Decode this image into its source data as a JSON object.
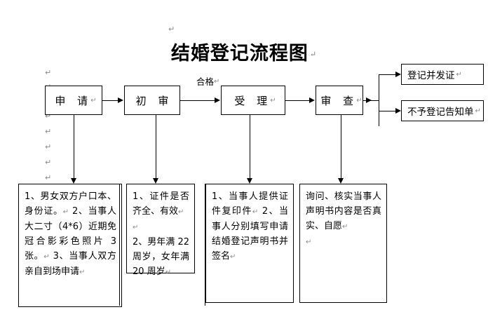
{
  "document": {
    "title": "结婚登记流程图",
    "pilcrow": "↵"
  },
  "flow": {
    "stages": [
      {
        "id": "apply",
        "label": "申 请",
        "name": "stage-apply"
      },
      {
        "id": "prelim",
        "label": "初 审",
        "name": "stage-preliminary-review"
      },
      {
        "id": "accept",
        "label": "受 理",
        "name": "stage-acceptance"
      },
      {
        "id": "examine",
        "label": "审 查",
        "name": "stage-examination"
      }
    ],
    "edge_labels": [
      {
        "id": "qualified",
        "label": "合格"
      }
    ],
    "outcomes": [
      {
        "id": "issue",
        "label": "登记并发证"
      },
      {
        "id": "refuse",
        "label": "不予登记告知单"
      }
    ],
    "details": [
      {
        "id": "apply-detail",
        "lines": [
          "1、男女双方户口本、身份证。",
          "2、当事人大二寸（4*6）近期免冠合影彩色照片 3 张。",
          "3、当事人双方亲自到场申请"
        ],
        "text": "1、男女双方户口本、身份证。↵2、当事人大二寸（4*6）近期免冠合影彩色照片 3 张。↵3、当事人双方亲自到场申请↵"
      },
      {
        "id": "prelim-detail",
        "lines": [
          "1、证件是否齐全、有效",
          "",
          "2、男年满 22 周岁，女年满 20 周岁"
        ],
        "text": "1、证件是否齐全、有效↵↵2、男年满 22 周岁，女年满 20 周岁↵"
      },
      {
        "id": "accept-detail",
        "lines": [
          "1、当事人提供证件复印件",
          "2、当事人分别填写申请结婚登记声明书并签名"
        ],
        "text": "1、当事人提供证件复印件↵2、当事人分别填写申请结婚登记声明书并签名↵"
      },
      {
        "id": "examine-detail",
        "lines": [
          "询问、核实当事人声明书内容是否真实、自愿",
          ""
        ],
        "text": "询问、核实当事人声明书内容是否真实、自愿↵↵"
      }
    ]
  },
  "marks": {
    "pilcrow": "↵"
  }
}
